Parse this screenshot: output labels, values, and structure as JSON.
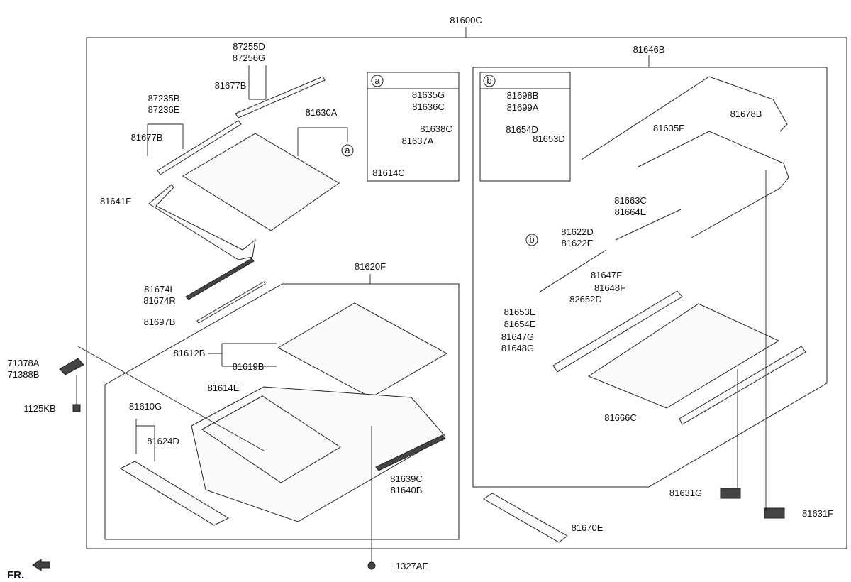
{
  "labels": {
    "l81600C": "81600C",
    "l87255D": "87255D",
    "l87256G": "87256G",
    "l81677B_top": "81677B",
    "l87235B": "87235B",
    "l87236E": "87236E",
    "l81677B_left": "81677B",
    "l81630A": "81630A",
    "l81641F": "81641F",
    "l81674L": "81674L",
    "l81674R": "81674R",
    "l81697B": "81697B",
    "l81620F": "81620F",
    "l81612B": "81612B",
    "l81619B": "81619B",
    "l81614E": "81614E",
    "l81610G": "81610G",
    "l81624D": "81624D",
    "l81639C": "81639C",
    "l81640B": "81640B",
    "l71378A": "71378A",
    "l71388B": "71388B",
    "l1125KB": "1125KB",
    "l1327AE": "1327AE",
    "l81670E": "81670E",
    "l81635G": "81635G",
    "l81636C": "81636C",
    "l81638C": "81638C",
    "l81637A": "81637A",
    "l81614C": "81614C",
    "l81698B": "81698B",
    "l81699A": "81699A",
    "l81654D": "81654D",
    "l81653D": "81653D",
    "l81646B": "81646B",
    "l81678B": "81678B",
    "l81635F": "81635F",
    "l81663C": "81663C",
    "l81664E": "81664E",
    "l81622D": "81622D",
    "l81622E": "81622E",
    "l81647F": "81647F",
    "l81648F": "81648F",
    "l82652D": "82652D",
    "l81653E": "81653E",
    "l81654E": "81654E",
    "l81647G": "81647G",
    "l81648G": "81648G",
    "l81666C": "81666C",
    "l81631G": "81631G",
    "l81631F": "81631F"
  },
  "callouts": {
    "a_main": "a",
    "a_detail": "a",
    "b_main": "b",
    "b_detail": "b"
  },
  "direction": "FR."
}
